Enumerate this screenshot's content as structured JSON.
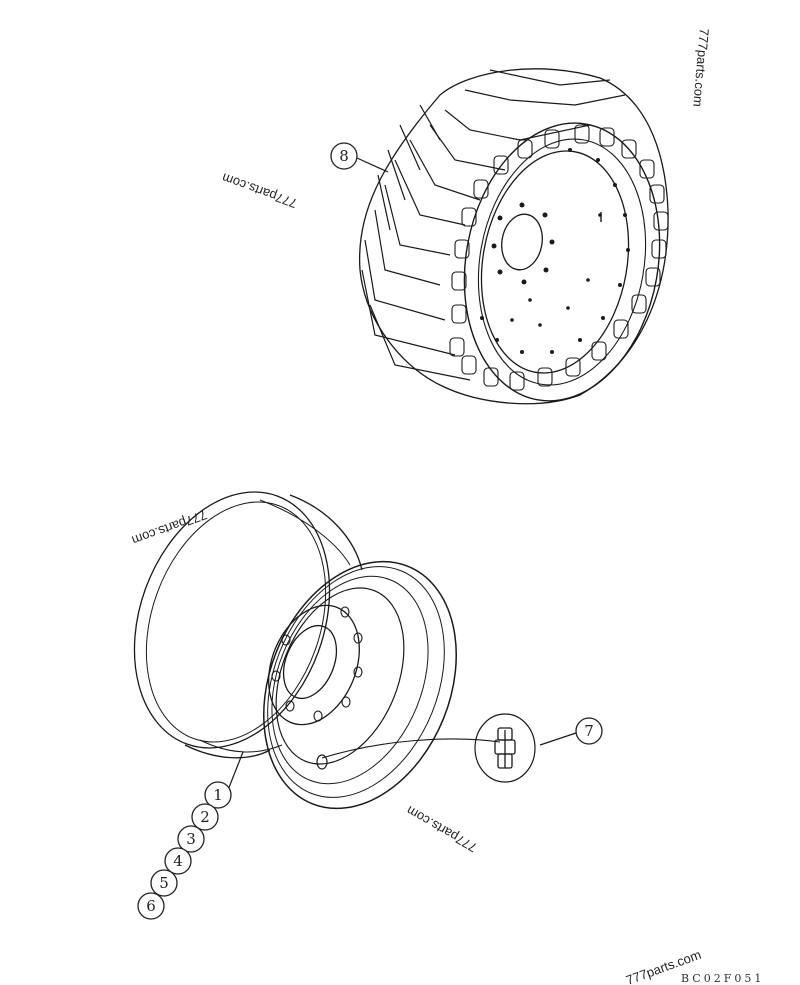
{
  "callouts": {
    "c1": "1",
    "c2": "2",
    "c3": "3",
    "c4": "4",
    "c5": "5",
    "c6": "6",
    "c7": "7",
    "c8": "8"
  },
  "watermarks": {
    "top_right": "777parts.com",
    "upper_left": "777parts.com",
    "middle_left": "777parts.com",
    "middle_right": "777parts.com",
    "bottom": "777parts.com"
  },
  "drawing_code": "BC02F051"
}
